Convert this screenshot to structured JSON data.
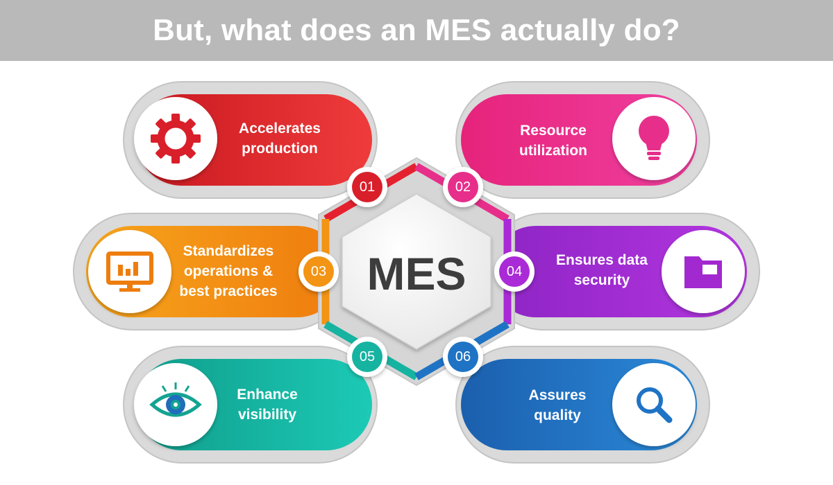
{
  "header": {
    "title": "But, what does an MES actually do?"
  },
  "hub": {
    "label": "MES"
  },
  "items": [
    {
      "number": "01",
      "lines": [
        "Accelerates",
        "production"
      ],
      "icon": "gear-icon",
      "color": "#e5212f"
    },
    {
      "number": "02",
      "lines": [
        "Resource",
        "utilization"
      ],
      "icon": "lightbulb-icon",
      "color": "#e62e8a"
    },
    {
      "number": "03",
      "lines": [
        "Standardizes",
        "operations &",
        "best practices"
      ],
      "icon": "monitor-chart-icon",
      "color": "#f39414"
    },
    {
      "number": "04",
      "lines": [
        "Ensures data",
        "security"
      ],
      "icon": "folder-icon",
      "color": "#a92ad6"
    },
    {
      "number": "05",
      "lines": [
        "Enhance",
        "visibility"
      ],
      "icon": "eye-icon",
      "color": "#16b3a1"
    },
    {
      "number": "06",
      "lines": [
        "Assures",
        "quality"
      ],
      "icon": "magnifier-icon",
      "color": "#1f73c4"
    }
  ]
}
